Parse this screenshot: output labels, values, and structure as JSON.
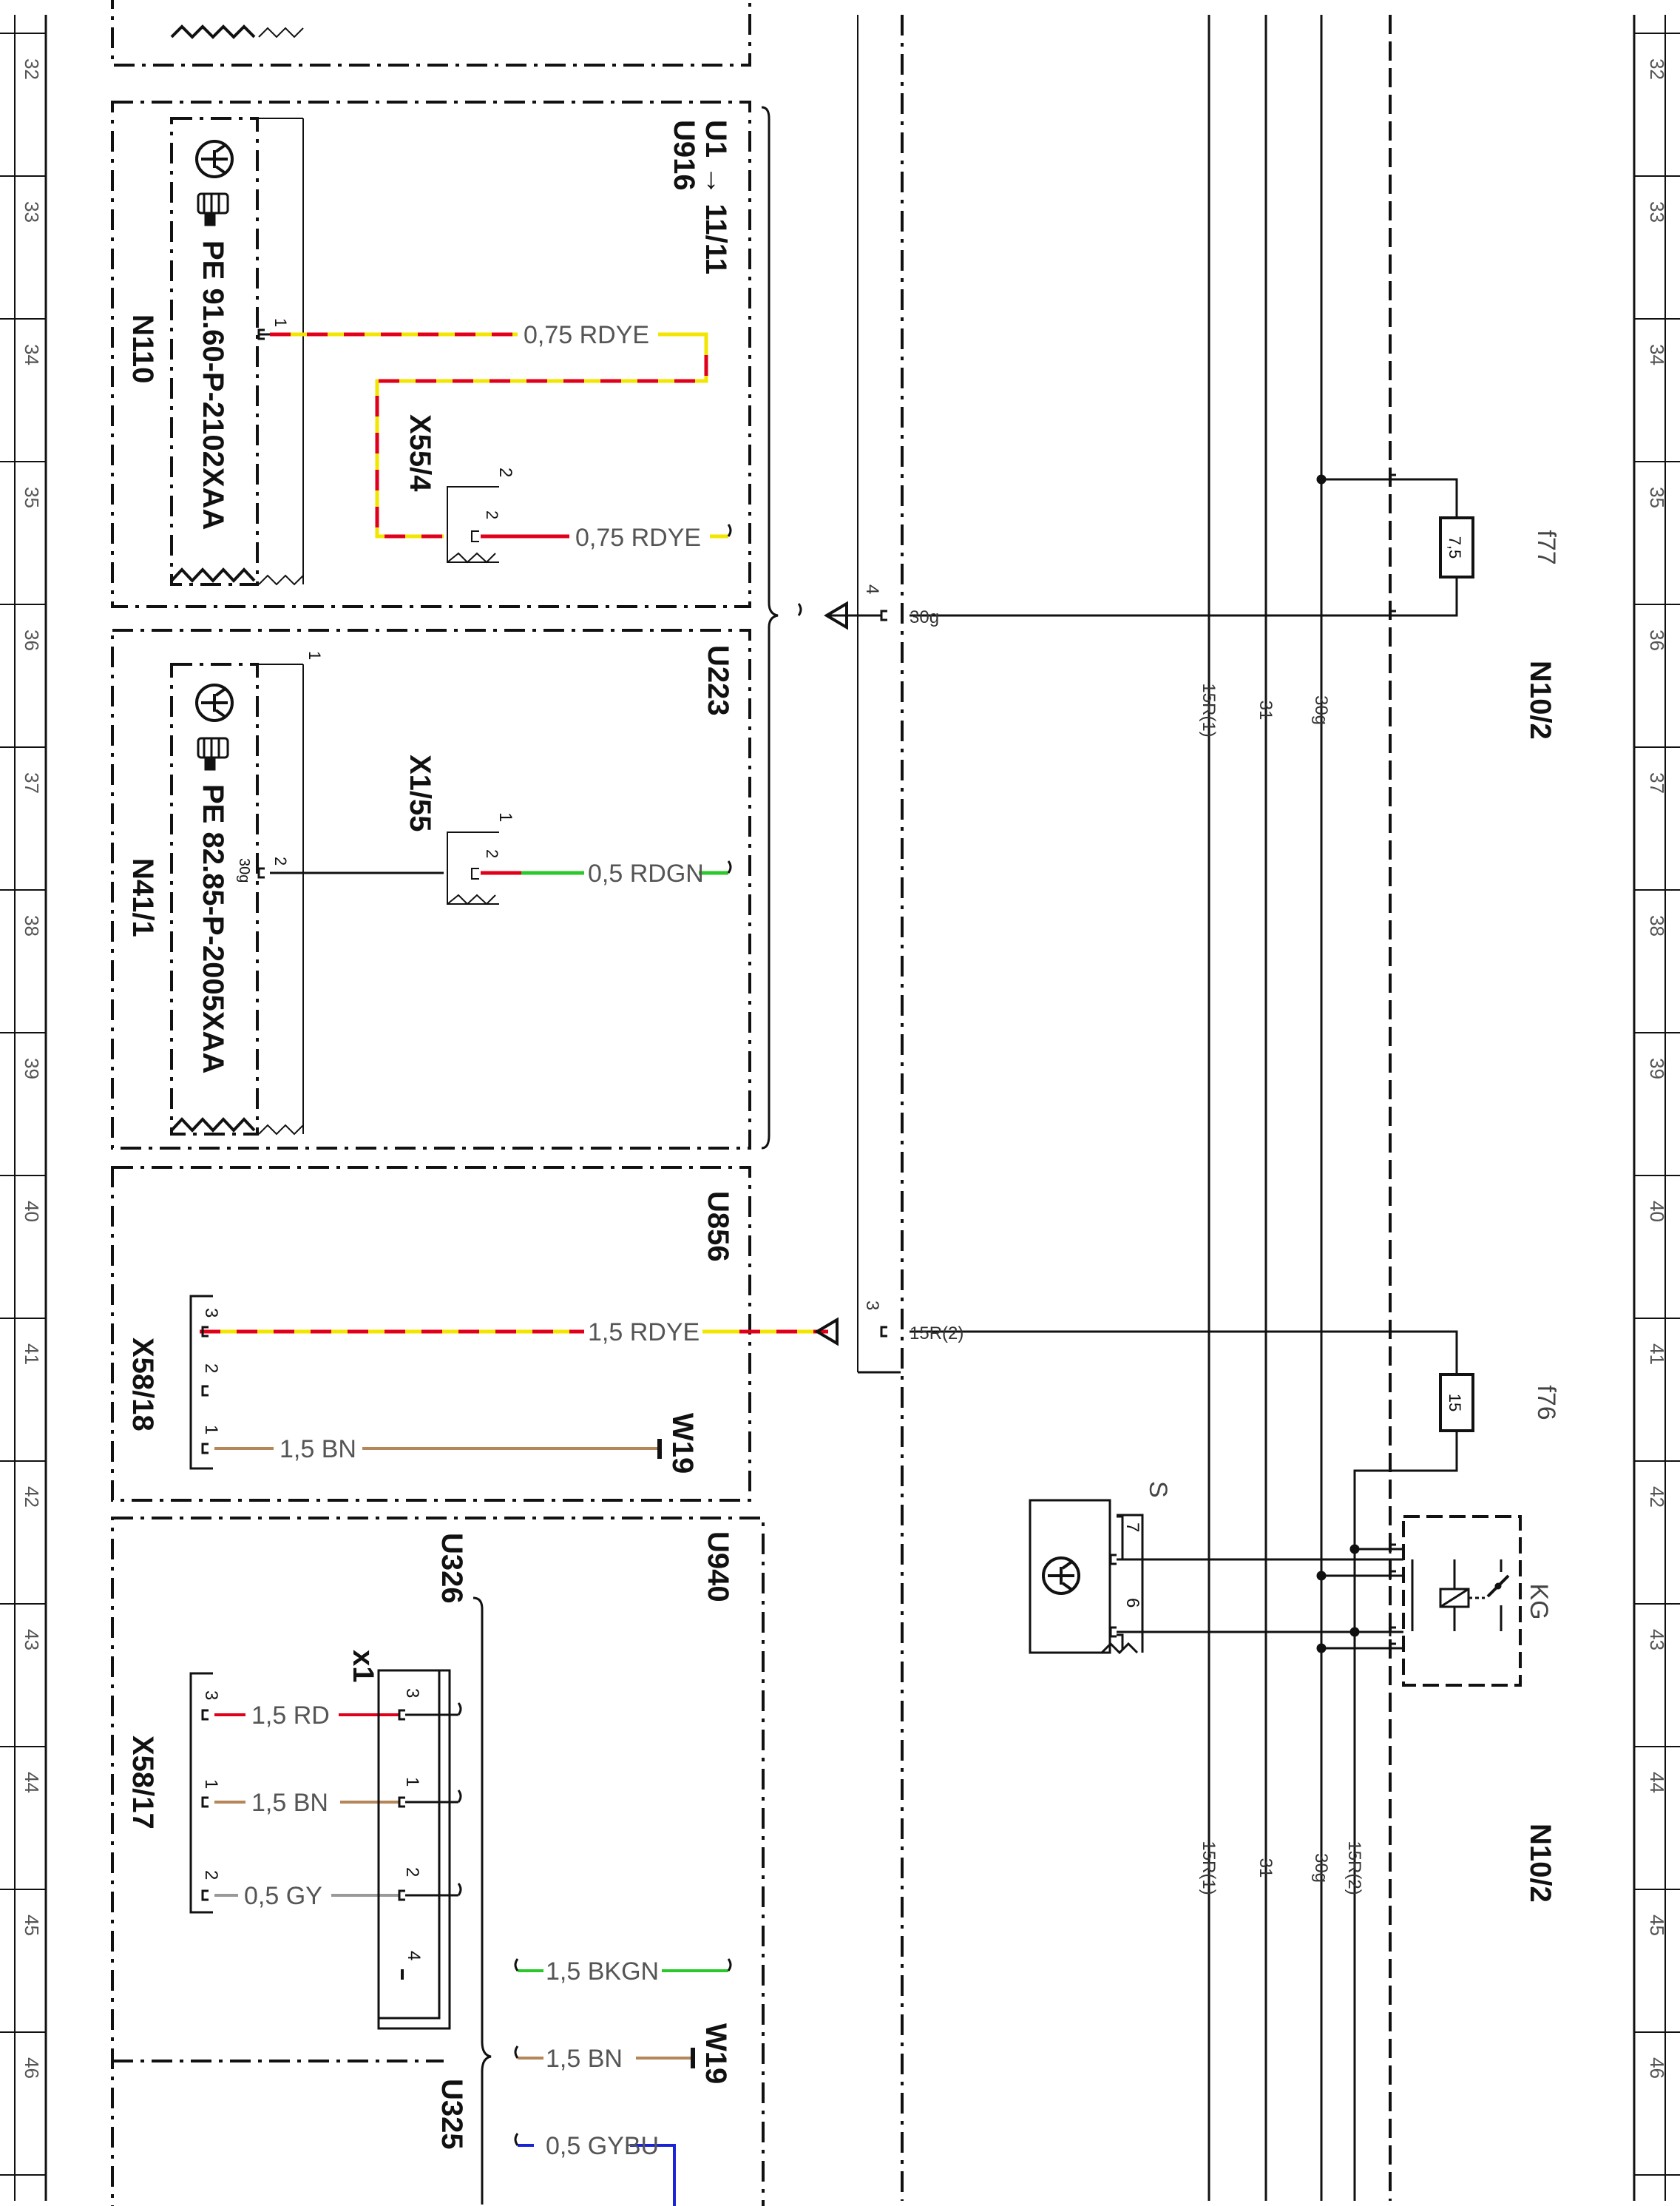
{
  "colors": {
    "black": "#111111",
    "grey": "#666666",
    "red": "#e0001a",
    "yellow": "#f2e600",
    "green": "#2ac82a",
    "brown": "#b4865a",
    "greyWire": "#999999",
    "blue": "#1a24d6",
    "fuse": "#222222"
  },
  "icons": {
    "control_unit": "transistor-circle-icon",
    "pointer_hand": "pointing-hand-icon"
  },
  "ruler": {
    "numbers": [
      "32",
      "33",
      "34",
      "35",
      "36",
      "37",
      "38",
      "39",
      "40",
      "41",
      "42",
      "43",
      "44",
      "45",
      "46"
    ]
  },
  "components": {
    "n110": {
      "ref": "N110",
      "part": "PE 91.60-P-2102XAA",
      "pin": "1"
    },
    "n41_1": {
      "ref": "N41/1",
      "part": "PE 82.85-P-2005XAA",
      "pin": "2",
      "pin_top": "1",
      "pin_note": "30g"
    },
    "x55_4": {
      "ref": "X55/4",
      "pin_a": "2",
      "pin_b": "2"
    },
    "x1_55": {
      "ref": "X1/55",
      "pin_a": "1",
      "pin_b": "2"
    },
    "x58_18": {
      "ref": "X58/18",
      "pins": [
        "3",
        "2",
        "1"
      ]
    },
    "x58_17": {
      "ref": "X58/17",
      "pins": [
        "3",
        "1",
        "2"
      ]
    },
    "x1": {
      "ref": "x1",
      "pins": [
        "3",
        "1",
        "2",
        "4"
      ]
    },
    "n10_2_top": {
      "ref": "N10/2"
    },
    "n10_2_bottom": {
      "ref": "N10/2"
    },
    "f77": {
      "ref": "f77",
      "rating": "7,5"
    },
    "f76": {
      "ref": "f76",
      "rating": "15"
    },
    "kg": {
      "ref": "KG"
    },
    "s": {
      "ref": "S",
      "pin_a": "7",
      "pin_b": "6"
    }
  },
  "frames": {
    "u916": {
      "line1": "U1 → 11/11",
      "line2": "U916"
    },
    "u223": "U223",
    "u856": "U856",
    "u940": "U940",
    "u326": "U326",
    "u325": "U325"
  },
  "wires": {
    "n110_a": "0,75 RDYE",
    "n110_b": "0,75 RDYE",
    "n41_1": "0,5 RDGN",
    "x58_18_3": "1,5 RDYE",
    "x58_18_1": "1,5 BN",
    "x58_17_3": "1,5 RD",
    "x58_17_1": "1,5 BN",
    "x58_17_2": "0,5 GY",
    "bkgn": "1,5 BKGN",
    "bn": "1,5 BN",
    "gybu": "0,5 GYBU"
  },
  "refs": {
    "w19_a": "W19",
    "w19_b": "W19"
  },
  "buses": {
    "b15r1_top": "15R(1)",
    "b31_top": "31",
    "b30g_top": "30g",
    "b15r1_bot": "15R(1)",
    "b31_bot": "31",
    "b30g_bot": "30g",
    "b15r2_bot": "15R(2)"
  },
  "connections": {
    "pin4": "4",
    "pin3": "3",
    "net30g": "30g",
    "net15r2": "15R(2)"
  }
}
